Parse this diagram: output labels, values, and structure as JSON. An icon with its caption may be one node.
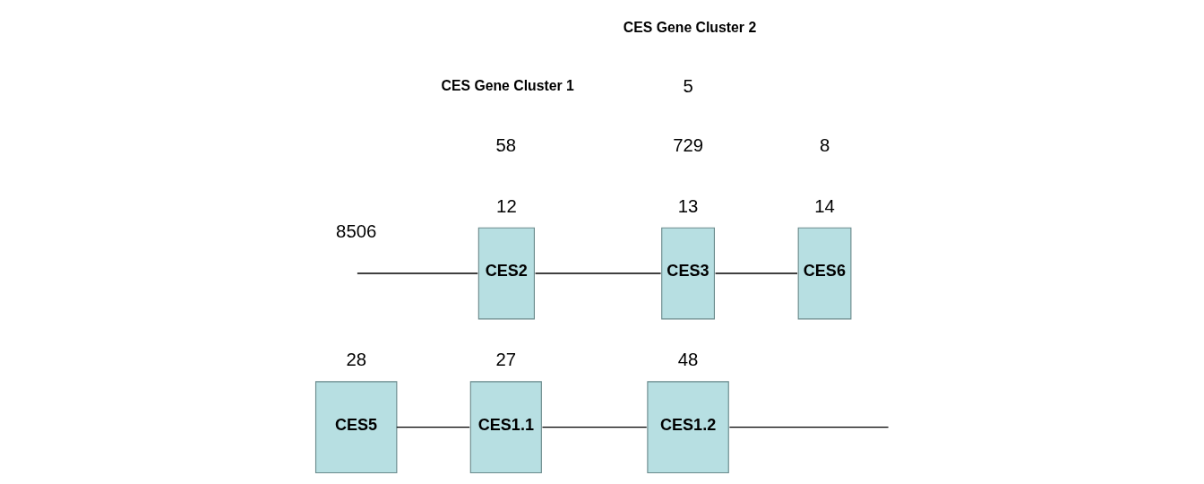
{
  "diagram": {
    "nodes": [
      {
        "text": [
          "CES5"
        ],
        "beside": [
          "28"
        ]
      },
      {
        "text": [
          "CES1.1"
        ],
        "beside": [
          "27"
        ]
      },
      {
        "text": [
          "CES1.2"
        ],
        "beside": [
          "48"
        ]
      },
      {
        "text": [
          "CES2"
        ],
        "beside": [
          "12"
        ]
      },
      {
        "text": [
          "CES3"
        ],
        "beside": [
          "13"
        ]
      },
      {
        "text": [
          "CES6"
        ],
        "beside": [
          "14"
        ]
      }
    ],
    "edges": [
      {
        "from": 0,
        "to": 1,
        "arrow": "none"
      },
      {
        "from": 1,
        "to": 2,
        "arrow": "none"
      },
      {
        "from": 2,
        "to": null,
        "arrow": "none"
      },
      {
        "from": null,
        "to": 3,
        "arrow": "none"
      },
      {
        "from": 3,
        "to": 4,
        "arrow": "none"
      },
      {
        "from": 4,
        "to": 5,
        "arrow": "none"
      }
    ],
    "labels": [
      "58",
      "729",
      "8506",
      "5",
      "8",
      "CES Gene Cluster 1",
      "CES Gene Cluster 2"
    ]
  }
}
